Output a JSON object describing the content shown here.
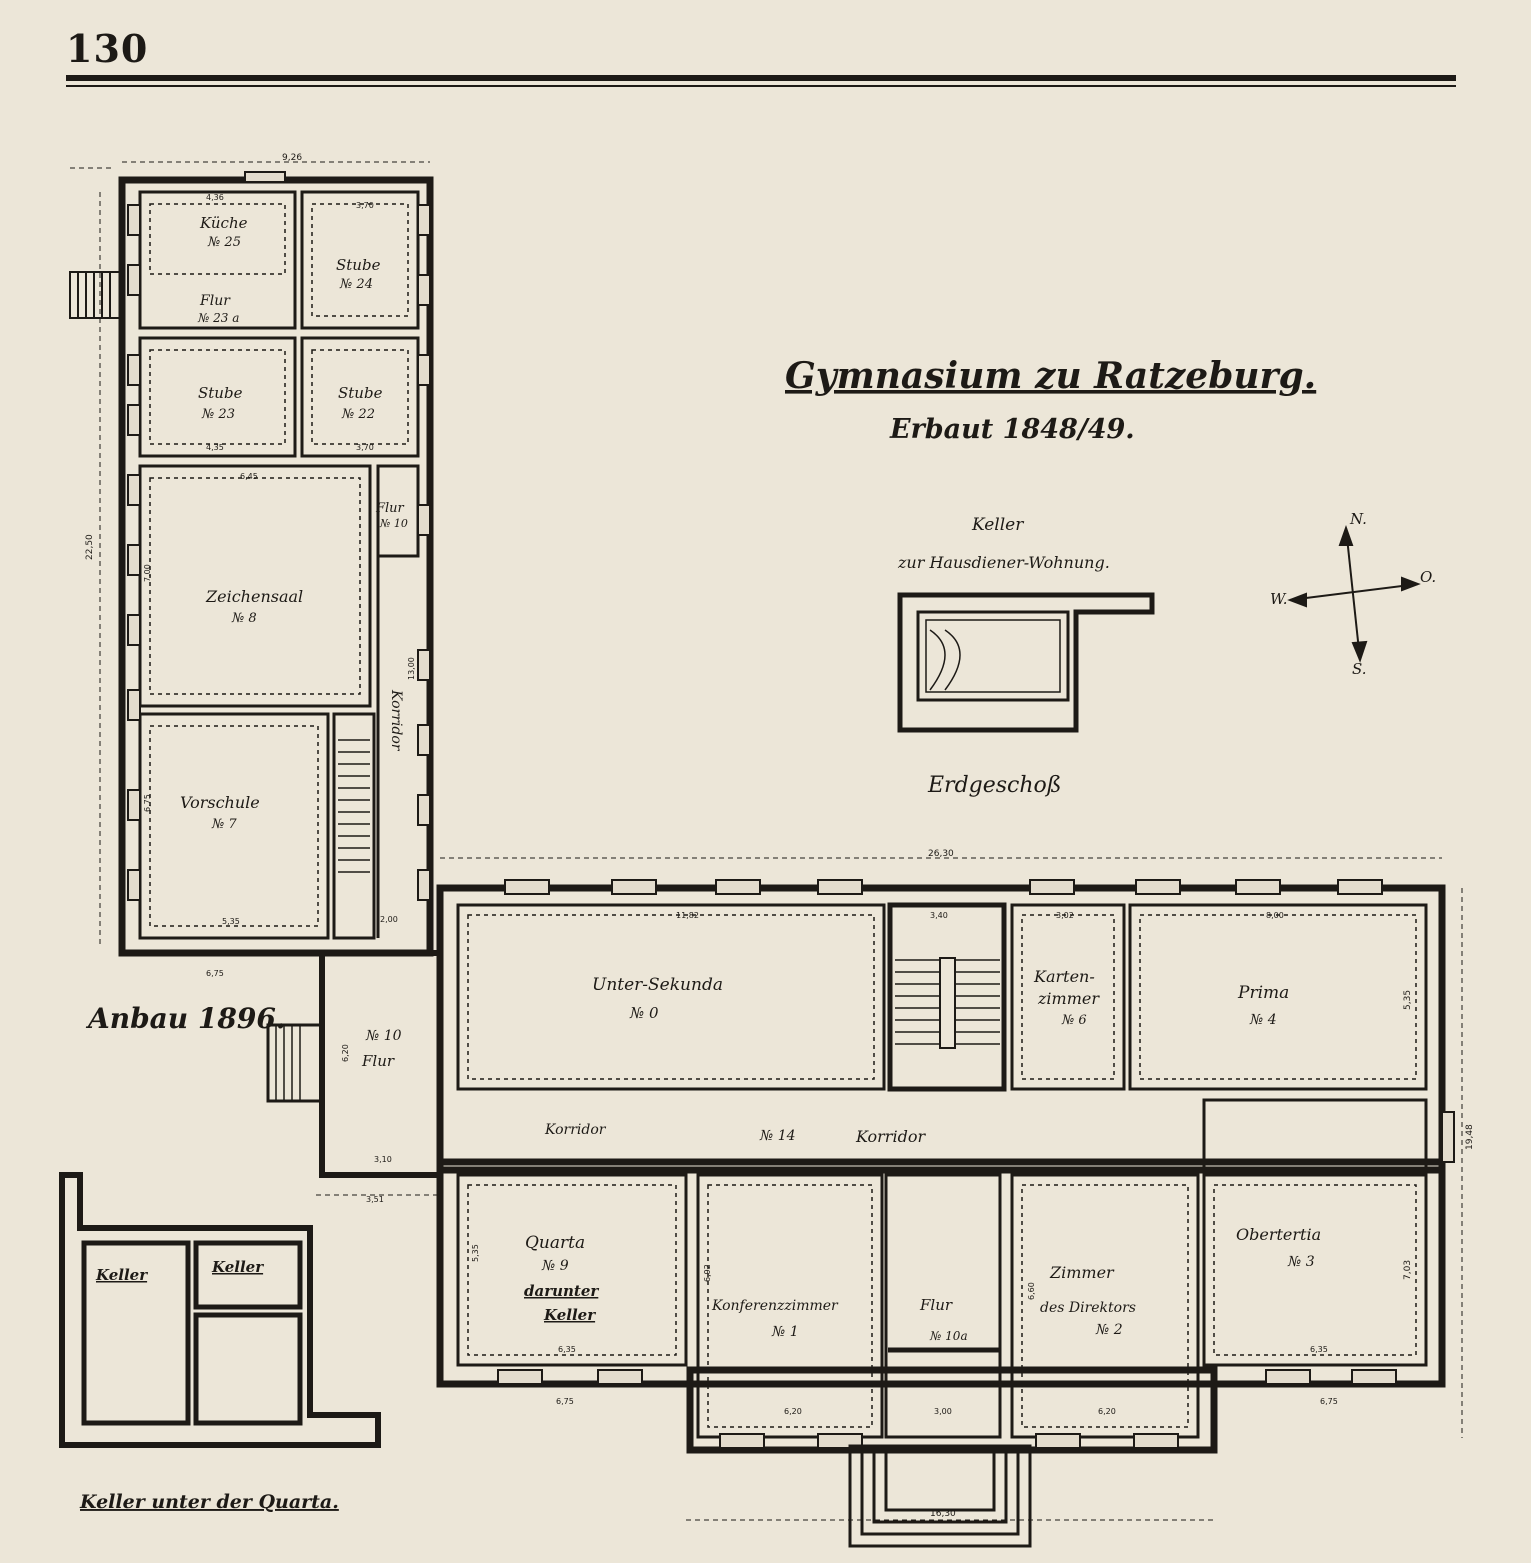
{
  "page": {
    "number": "130"
  },
  "plan": {
    "title": "Gymnasium zu Ratzeburg.",
    "built": "Erbaut 1848/49.",
    "ground_floor_label": "Erdgeschoß",
    "extension_label": "Anbau 1896.",
    "cellar_janitor": {
      "line1": "Keller",
      "line2": "zur Hausdiener-Wohnung."
    },
    "cellar_quarta": {
      "caption": "Keller unter der Quarta.",
      "room_left": "Keller",
      "room_right": "Keller"
    },
    "compass": {
      "north": "N.",
      "east": "O.",
      "south": "S.",
      "west": "W."
    },
    "rooms": {
      "kueche_name": "Küche",
      "kueche_no": "№ 25",
      "stube24_name": "Stube",
      "stube24_no": "№ 24",
      "flur23a_name": "Flur",
      "flur23a_no": "№ 23 a",
      "stube23_name": "Stube",
      "stube23_no": "№ 23",
      "stube22_name": "Stube",
      "stube22_no": "№ 22",
      "flur10_name": "Flur",
      "flur10_no": "№ 10",
      "zeichensaal_name": "Zeichensaal",
      "zeichensaal_no": "№ 8",
      "vorschule_name": "Vorschule",
      "vorschule_no": "№ 7",
      "korridor_annex": "Korridor",
      "flur_anbau_no": "№ 10",
      "flur_anbau_name": "Flur",
      "untersekunda_name": "Unter-Sekunda",
      "untersekunda_no": "№ 0",
      "kartenzimmer_l1": "Karten-",
      "kartenzimmer_l2": "zimmer",
      "kartenzimmer_no": "№ 6",
      "prima_name": "Prima",
      "prima_no": "№ 4",
      "korridor_left": "Korridor",
      "korridor_no": "№ 14",
      "korridor_right": "Korridor",
      "quarta_name": "Quarta",
      "quarta_no": "№ 9",
      "quarta_l3": "darunter",
      "quarta_l4": "Keller",
      "konferenz_name": "Konferenzzimmer",
      "konferenz_no": "№ 1",
      "flur_main_name": "Flur",
      "flur_main_no": "№ 10a",
      "direktor_l1": "Zimmer",
      "direktor_l2": "des Direktors",
      "direktor_no": "№ 2",
      "obertertia_name": "Obertertia",
      "obertertia_no": "№ 3"
    },
    "dimensions": {
      "annex_top_width": "9,26",
      "annex_length": "22,50",
      "kueche_w": "4,36",
      "stube24_w": "3,70",
      "stube23_w": "4,35",
      "stube22_w": "3,70",
      "zeichen_w": "6,45",
      "zeichen_h": "7,00",
      "vorschule_w": "5,35",
      "vorschule_h": "6,75",
      "korridor_annex_h": "13,00",
      "stair_annex_w": "2,00",
      "annex_base": "6,75",
      "flur_h": "6,20",
      "flur_w": "3,10",
      "flur_outer": "3,51",
      "main_total": "26,30",
      "untersekunda_w": "11,82",
      "stair_w": "3,40",
      "karten_w": "3,02",
      "prima_w": "8,00",
      "prima_h": "5,35",
      "right_total": "19,48",
      "quarta_w": "6,35",
      "quarta_h": "5,35",
      "quarta_base": "6,75",
      "konferenz_w": "6,20",
      "konferenz_h": "6,92",
      "flur_main_w": "3,00",
      "direktor_w": "6,20",
      "direktor_h": "6,60",
      "obertertia_w": "6,35",
      "obertertia_h": "7,03",
      "ober_base": "6,75",
      "front_total": "16,30"
    }
  }
}
